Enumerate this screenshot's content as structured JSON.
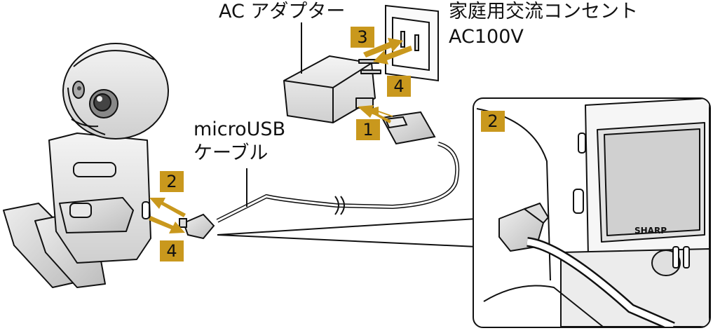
{
  "labels": {
    "ac_adapter": "AC アダプター",
    "outlet_line1": "家庭用交流コンセント",
    "outlet_line2": "AC100V",
    "cable_line1": "microUSB",
    "cable_line2": "ケーブル",
    "brand": "SHARP"
  },
  "steps": {
    "s1": "1",
    "s2_left": "2",
    "s2_inset": "2",
    "s3": "3",
    "s4_outlet": "4",
    "s4_left": "4"
  },
  "colors": {
    "accent": "#c9981d",
    "line": "#111111",
    "panel": "#ffffff"
  }
}
